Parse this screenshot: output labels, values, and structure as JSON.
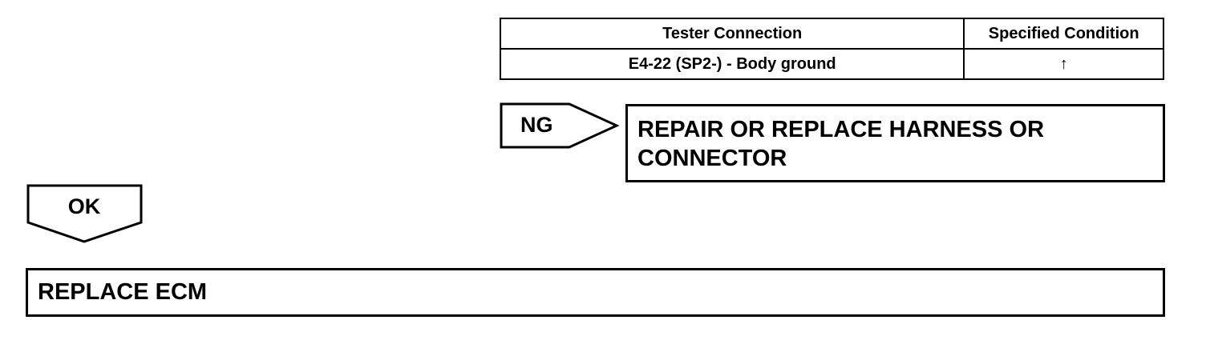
{
  "table": {
    "headers": [
      "Tester Connection",
      "Specified Condition"
    ],
    "rows": [
      [
        "E4-22 (SP2-) - Body ground",
        "↑"
      ]
    ]
  },
  "ng": {
    "label": "NG",
    "result": "REPAIR OR REPLACE HARNESS OR CONNECTOR"
  },
  "ok": {
    "label": "OK",
    "result": "REPLACE ECM"
  }
}
